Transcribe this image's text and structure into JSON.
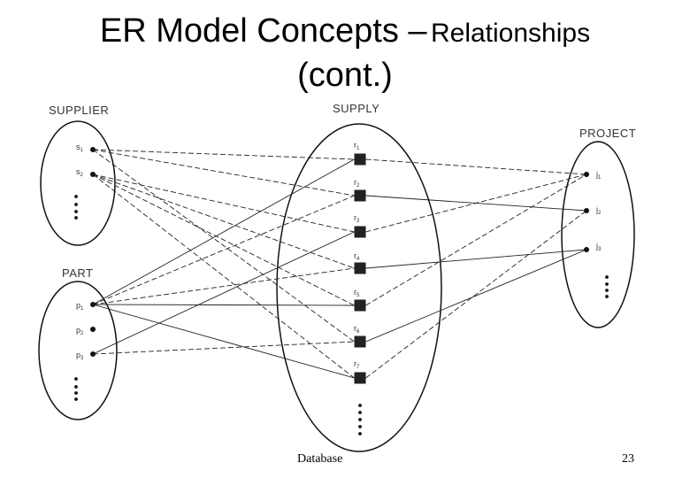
{
  "slide": {
    "title_main": "ER Model Concepts –",
    "title_tail": "Relationships",
    "title_line2": "(cont.)",
    "footer_left": "Database",
    "footer_right": "23"
  },
  "diagram": {
    "sets": {
      "supplier": {
        "label": "SUPPLIER",
        "instances": [
          {
            "id": "s1",
            "base": "s",
            "sub": "1"
          },
          {
            "id": "s2",
            "base": "s",
            "sub": "2"
          }
        ]
      },
      "part": {
        "label": "PART",
        "instances": [
          {
            "id": "p1",
            "base": "p",
            "sub": "1"
          },
          {
            "id": "p2",
            "base": "p",
            "sub": "2"
          },
          {
            "id": "p3",
            "base": "p",
            "sub": "3"
          }
        ]
      },
      "supply": {
        "label": "SUPPLY",
        "instances": [
          {
            "id": "r1",
            "base": "r",
            "sub": "1"
          },
          {
            "id": "r2",
            "base": "r",
            "sub": "2"
          },
          {
            "id": "r3",
            "base": "r",
            "sub": "3"
          },
          {
            "id": "r4",
            "base": "r",
            "sub": "4"
          },
          {
            "id": "r5",
            "base": "r",
            "sub": "5"
          },
          {
            "id": "r6",
            "base": "r",
            "sub": "6"
          },
          {
            "id": "r7",
            "base": "r",
            "sub": "7"
          }
        ]
      },
      "project": {
        "label": "PROJECT",
        "instances": [
          {
            "id": "j1",
            "base": "j",
            "sub": "1"
          },
          {
            "id": "j2",
            "base": "j",
            "sub": "2"
          },
          {
            "id": "j3",
            "base": "j",
            "sub": "3"
          }
        ]
      }
    },
    "relationships": [
      {
        "id": "r1",
        "supplier": "s1",
        "part": "p1",
        "project": "j1"
      },
      {
        "id": "r2",
        "supplier": "s1",
        "part": "p1",
        "project": "j2"
      },
      {
        "id": "r3",
        "supplier": "s2",
        "part": "p3",
        "project": "j1"
      },
      {
        "id": "r4",
        "supplier": "s2",
        "part": "p1",
        "project": "j3"
      },
      {
        "id": "r5",
        "supplier": "s2",
        "part": "p1",
        "project": "j1"
      },
      {
        "id": "r6",
        "supplier": "s1",
        "part": "p3",
        "project": "j3"
      },
      {
        "id": "r7",
        "supplier": "s2",
        "part": "p1",
        "project": "j2"
      }
    ]
  }
}
